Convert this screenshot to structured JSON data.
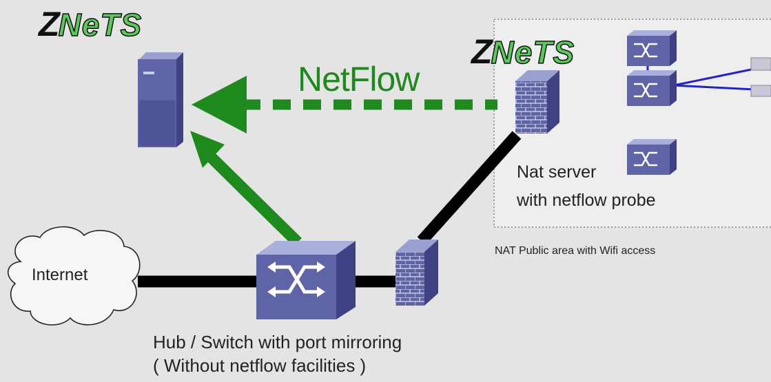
{
  "logos": {
    "left": "ZNeTS",
    "right": "ZNeTS"
  },
  "labels": {
    "netflow": "NetFlow",
    "internet": "Internet",
    "nat_server_line1": "Nat server",
    "nat_server_line2": "with netflow probe",
    "nat_area": "NAT Public area with Wifi access",
    "hub_line1": "Hub / Switch with port mirroring",
    "hub_line2": "( Without netflow facilities )"
  },
  "icons": [
    "server-icon",
    "switch-icon",
    "firewall-icon",
    "cloud-icon",
    "laptop-icon"
  ],
  "colors": {
    "netflow_green": "#1e8a1e",
    "link_black": "#000000",
    "wifi_blue": "#2222cc",
    "device_blue": "#5f64a6",
    "background": "#e4e4e4"
  }
}
